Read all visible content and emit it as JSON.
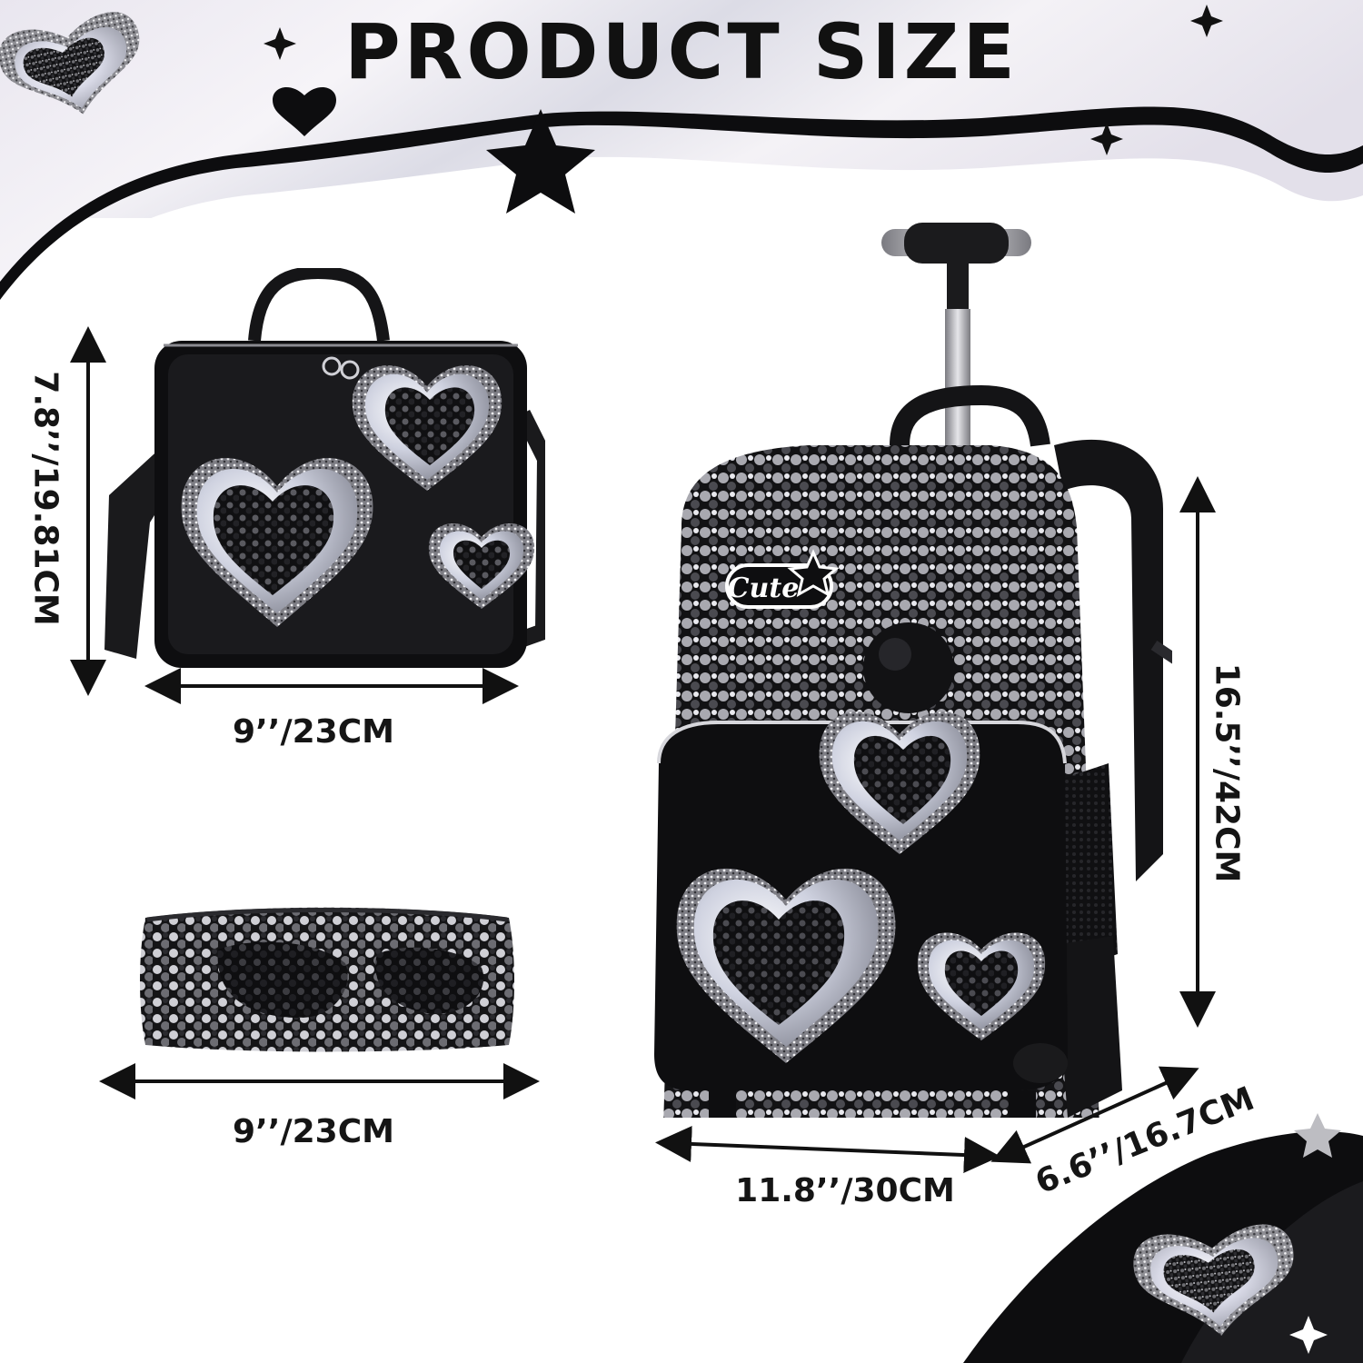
{
  "title": "PRODUCT SIZE",
  "dimensions": {
    "lunch_height": "7.8’’/19.81CM",
    "lunch_width": "9’’/23CM",
    "pencil_width": "9’’/23CM",
    "backpack_height": "16.5’’/42CM",
    "backpack_width": "11.8’’/30CM",
    "backpack_depth": "6.6’’/16.7CM"
  },
  "badge_text": "Cute",
  "colors": {
    "ink": "#111111",
    "silver": "#c9c9cf",
    "bag_black": "#0d0d0f"
  }
}
